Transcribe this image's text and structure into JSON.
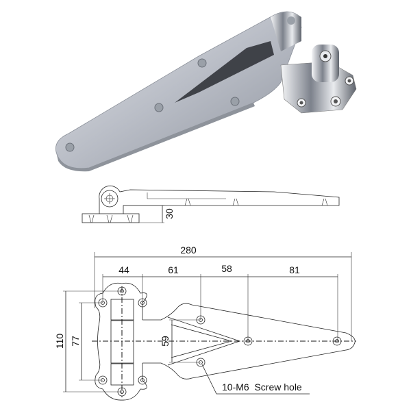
{
  "photo": {
    "subject": "chrome-hinge-photo"
  },
  "side_view": {
    "height_label": "30"
  },
  "top_view": {
    "overall_length": "280",
    "segment_labels": [
      "44",
      "61",
      "58",
      "81"
    ],
    "height_outer": "110",
    "height_inner": "77",
    "leaf_hole_spacing": "59",
    "callout": "10-M6  Screw hole"
  },
  "colors": {
    "line": "#222222",
    "chrome": "#c9ccd3"
  }
}
